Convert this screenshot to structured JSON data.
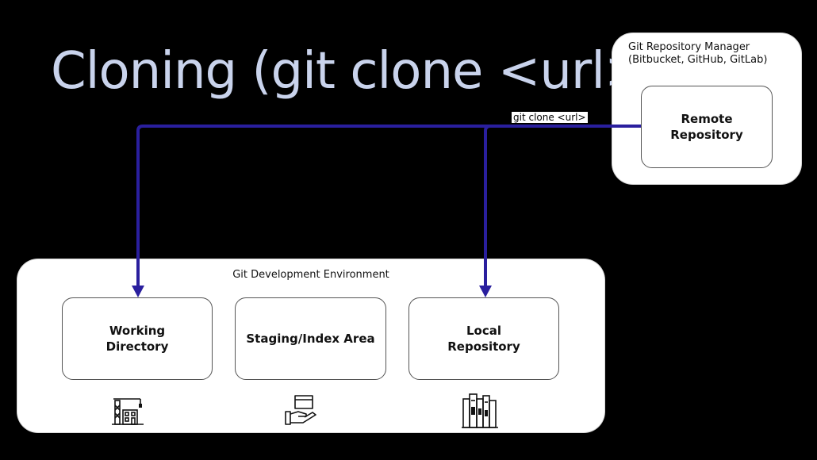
{
  "title": "Cloning (git clone <url>)",
  "remote_panel": {
    "caption_line1": "Git Repository Manager",
    "caption_line2": "(Bitbucket, GitHub, GitLab)",
    "node": {
      "line1": "Remote",
      "line2": "Repository"
    }
  },
  "dev_panel": {
    "caption": "Git Development Environment",
    "nodes": [
      {
        "line1": "Working",
        "line2": "Directory",
        "icon": "construction-building-icon"
      },
      {
        "line1": "Staging/Index Area",
        "line2": "",
        "icon": "hand-holding-box-icon"
      },
      {
        "line1": "Local",
        "line2": "Repository",
        "icon": "bookshelf-icon"
      }
    ]
  },
  "edge": {
    "label": "git clone <url>",
    "color": "#2a1f9e"
  },
  "colors": {
    "background": "#000000",
    "title": "#c9d3ec",
    "panel": "#ffffff"
  }
}
